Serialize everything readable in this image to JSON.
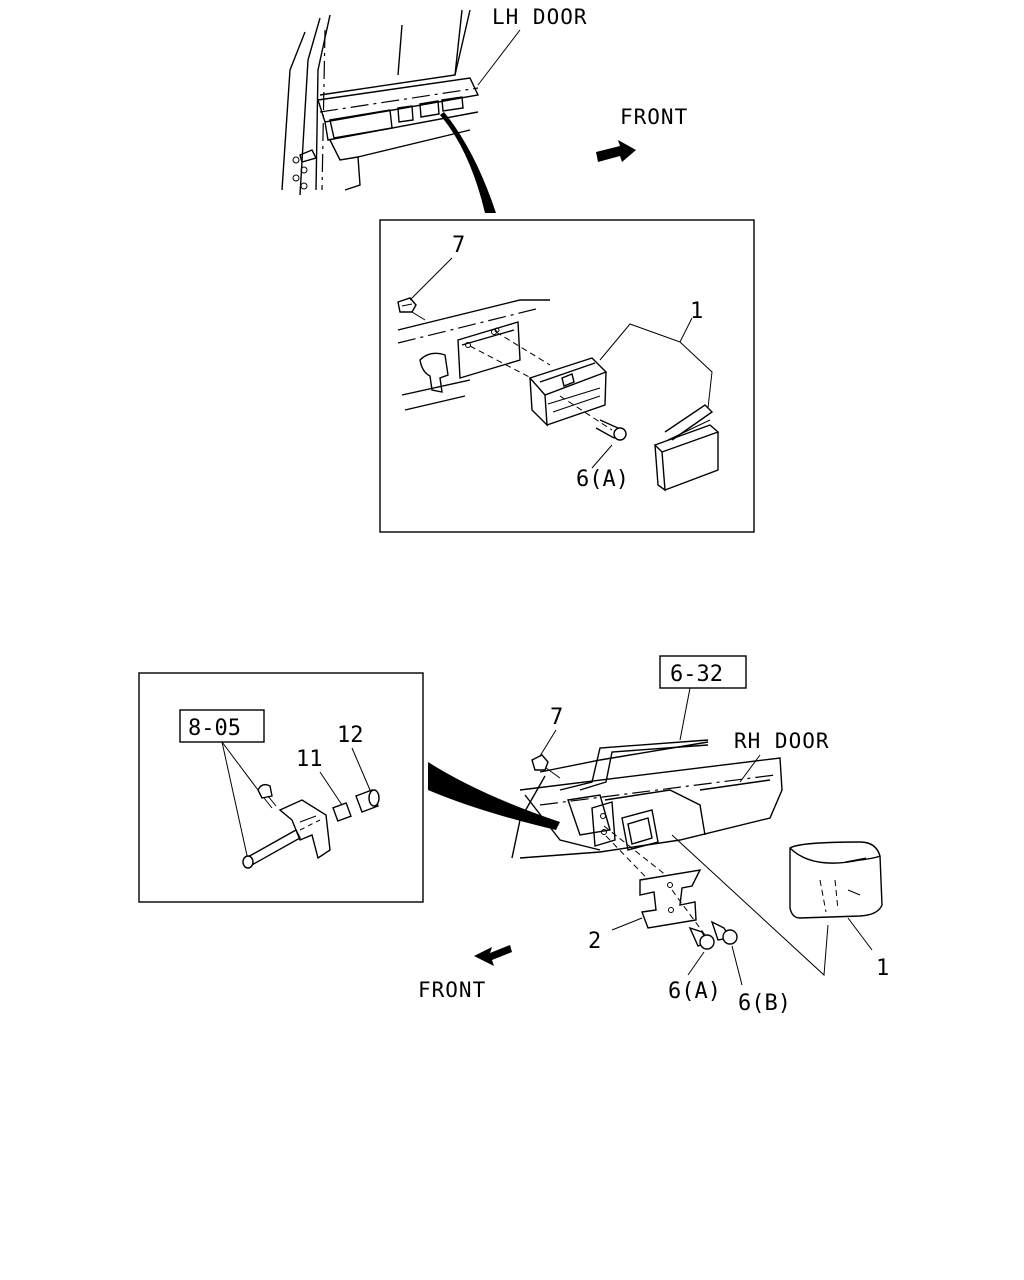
{
  "top_view": {
    "door_label": "LH DOOR",
    "front_label": "FRONT",
    "callouts": {
      "clip": "7",
      "ashtray": "1",
      "screw": "6(A)"
    }
  },
  "bottom_view": {
    "door_label": "RH DOOR",
    "front_label": "FRONT",
    "ref_box": "6-32",
    "callouts": {
      "clip": "7",
      "bracket": "2",
      "screw_a": "6(A)",
      "screw_b": "6(B)",
      "ashtray": "1"
    },
    "inset": {
      "ref_box": "8-05",
      "bulb": "11",
      "cap": "12"
    }
  }
}
